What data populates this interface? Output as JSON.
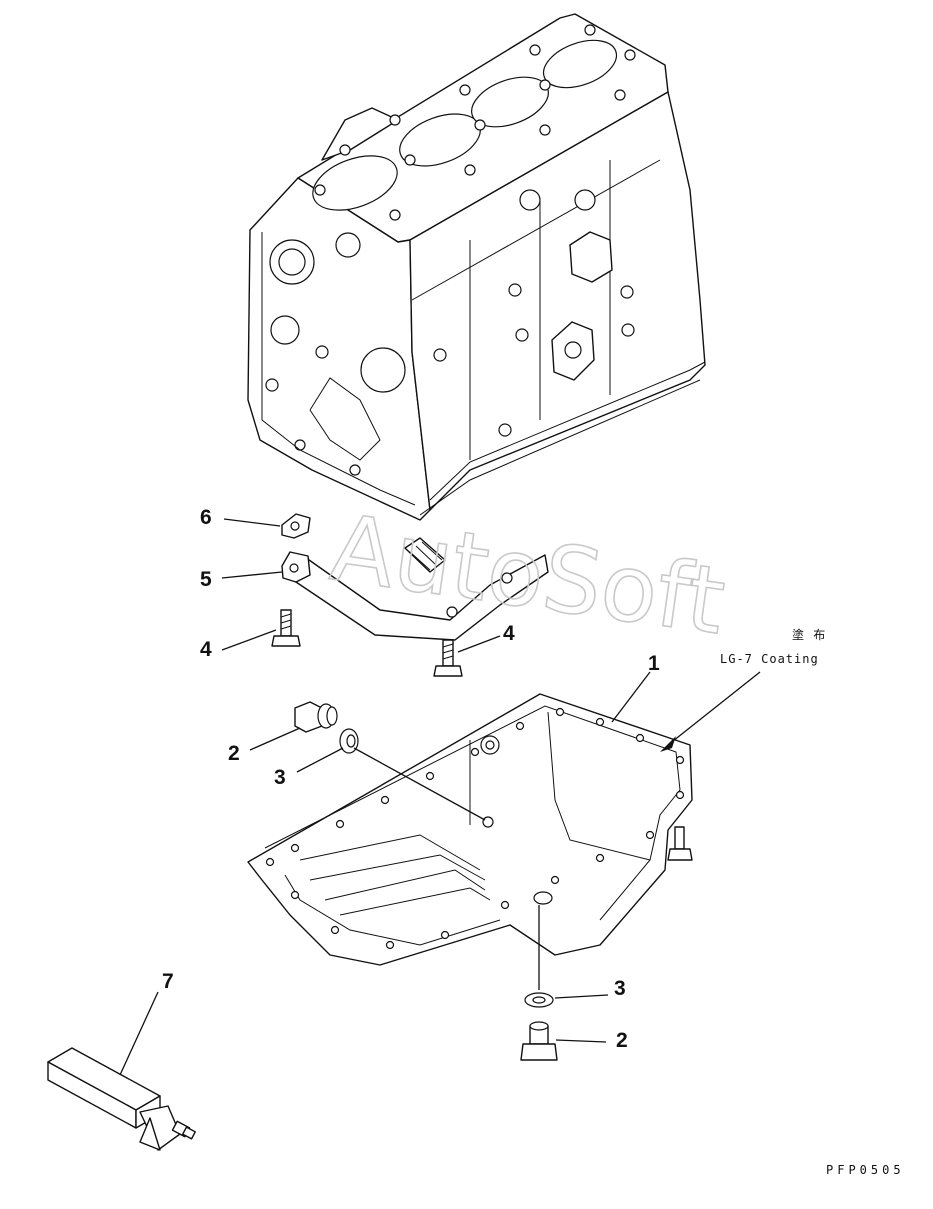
{
  "callouts": {
    "c1": "1",
    "c2a": "2",
    "c2b": "2",
    "c3a": "3",
    "c3b": "3",
    "c4a": "4",
    "c4b": "4",
    "c5": "5",
    "c6": "6",
    "c7": "7"
  },
  "note": {
    "japanese": "塗 布",
    "coating": "LG-7 Coating"
  },
  "figure_code": "PFP0505",
  "watermark": "AutoSoft",
  "colors": {
    "ink": "#111111",
    "paper": "#ffffff",
    "watermark": "#c9c9c9"
  }
}
